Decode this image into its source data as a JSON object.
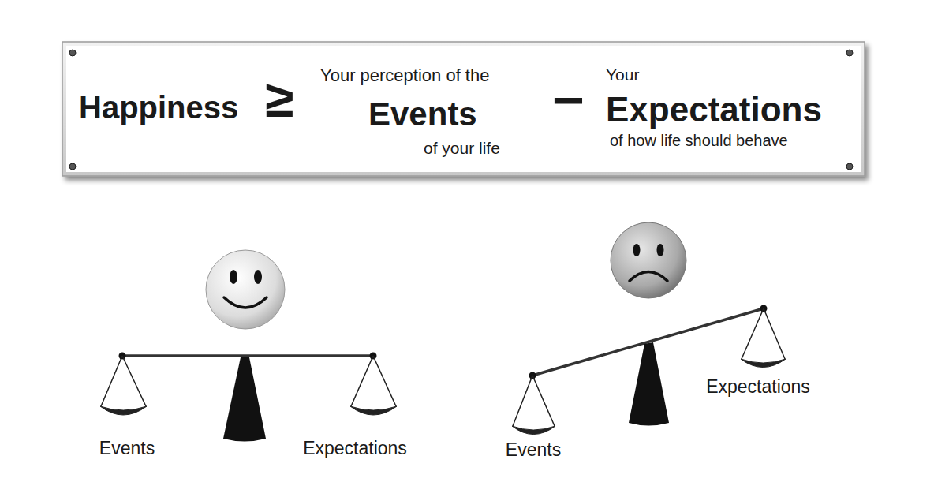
{
  "diagram": {
    "nodes": [
      {
        "text": [
          "Happiness",
          "≥",
          "Your perception of the",
          "Events",
          "of your life",
          "−",
          "Your",
          "Expectations",
          "of how life should behave"
        ]
      }
    ],
    "labels": [
      "Events",
      "Expectations",
      "Events",
      "Expectations"
    ]
  }
}
